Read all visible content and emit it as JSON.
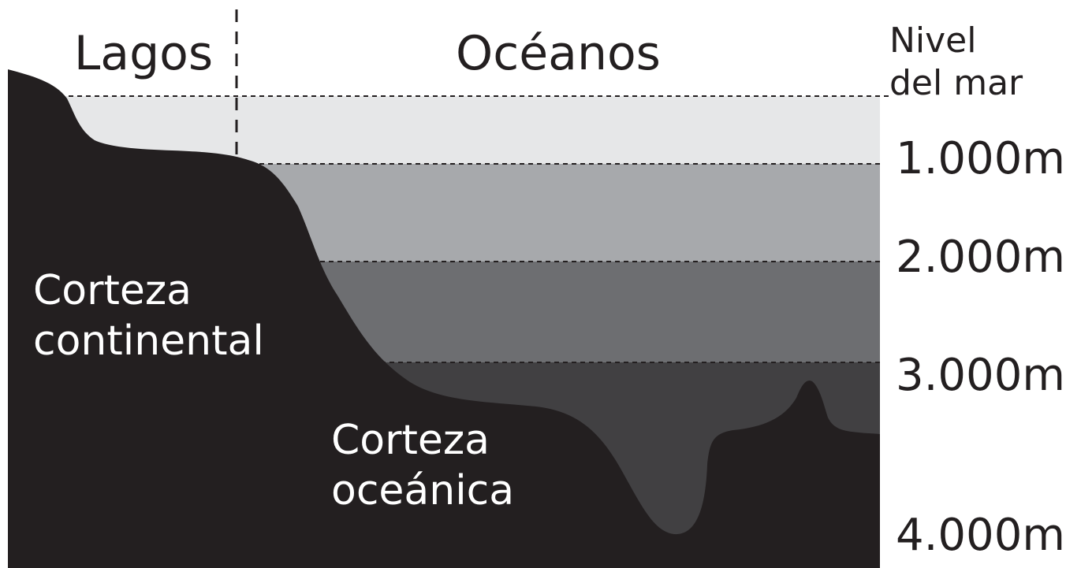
{
  "header": {
    "lakes": "Lagos",
    "oceans": "Océanos"
  },
  "sea_level": {
    "line1": "Nivel",
    "line2": "del mar"
  },
  "depths": [
    {
      "label": "1.000m"
    },
    {
      "label": "2.000m"
    },
    {
      "label": "3.000m"
    },
    {
      "label": "4.000m"
    }
  ],
  "crust": {
    "continental_line1": "Corteza",
    "continental_line2": "continental",
    "oceanic_line1": "Corteza",
    "oceanic_line2": "oceánica"
  },
  "colors": {
    "crust": "#231f20",
    "band_0_1000": "#e6e7e8",
    "band_1000_2000": "#a7a9ac",
    "band_2000_3000": "#6d6e71",
    "band_3000_plus": "#414042",
    "text_dark": "#231f20",
    "text_light": "#ffffff"
  }
}
